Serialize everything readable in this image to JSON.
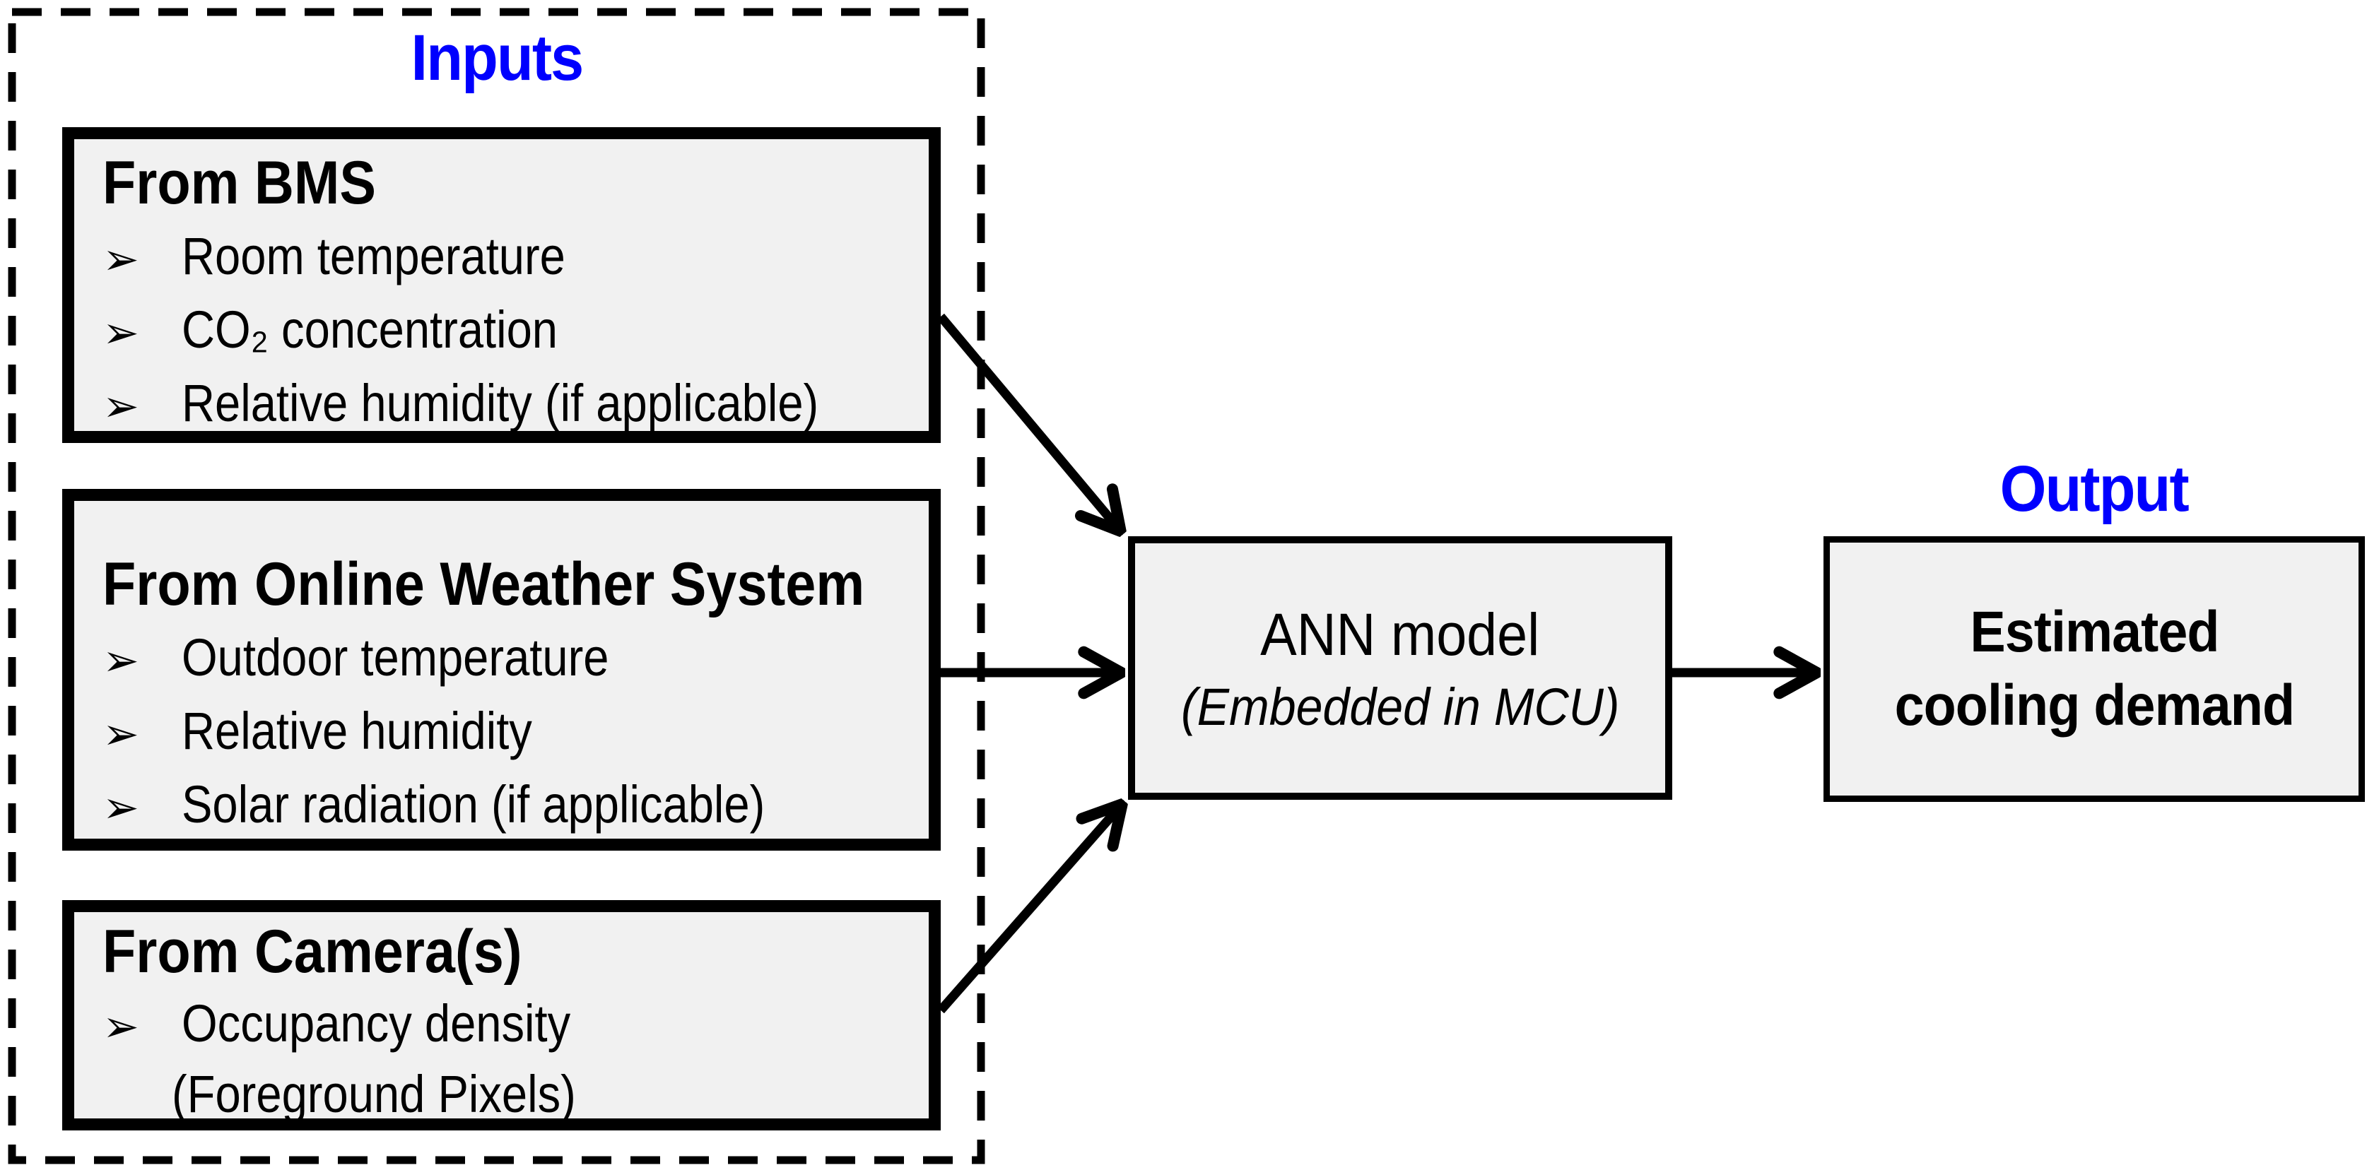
{
  "colors": {
    "accent_blue": "#0000FE",
    "box_fill": "#F1F1F1",
    "line": "#000000"
  },
  "inputs": {
    "label": "Inputs",
    "bullet_glyph": "➢",
    "boxes": [
      {
        "title": "From BMS",
        "items": [
          "Room temperature",
          "CO₂ concentration",
          "Relative humidity (if applicable)"
        ]
      },
      {
        "title": "From Online Weather System",
        "items": [
          "Outdoor temperature",
          "Relative humidity",
          "Solar radiation (if applicable)"
        ]
      },
      {
        "title": "From Camera(s)",
        "items": [
          "Occupancy density"
        ],
        "item_continuation": "(Foreground Pixels)"
      }
    ]
  },
  "model": {
    "title": "ANN model",
    "subtitle": "(Embedded in MCU)"
  },
  "output": {
    "label": "Output",
    "box_lines": [
      "Estimated",
      "cooling demand"
    ]
  }
}
